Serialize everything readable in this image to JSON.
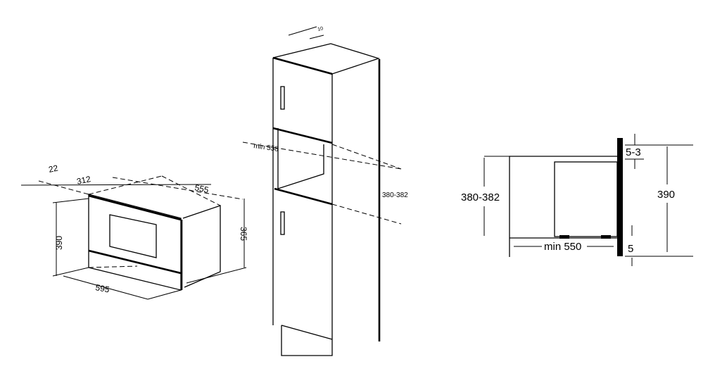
{
  "oven_isometric": {
    "depth_front": "22",
    "depth_312": "312",
    "depth_555": "555",
    "height_390": "390",
    "height_365": "365",
    "width_595": "595"
  },
  "cabinet_isometric": {
    "top_gap": "10",
    "niche_depth": "min 558",
    "niche_height": "380-382"
  },
  "side_section": {
    "niche_height": "380-382",
    "min_depth": "min 550",
    "top_gap": "5-3",
    "bottom_gap": "5",
    "total_height": "390"
  }
}
